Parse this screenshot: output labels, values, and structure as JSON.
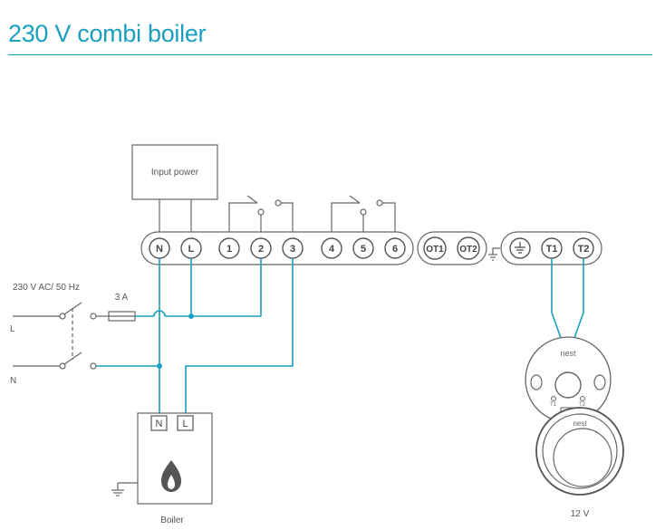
{
  "title": "230 V combi boiler",
  "labels": {
    "input_power": "Input power",
    "supply": "230 V AC/ 50 Hz",
    "live": "L",
    "neutral": "N",
    "fuse": "3 A",
    "boiler": "Boiler",
    "boiler_n": "N",
    "boiler_l": "L",
    "voltage": "12 V",
    "nest_base": "nest",
    "nest_display": "nest"
  },
  "terminals": {
    "group1": [
      "N",
      "L",
      "1",
      "2",
      "3",
      "4",
      "5",
      "6"
    ],
    "group2": [
      "OT1",
      "OT2"
    ],
    "group3": [
      "T1",
      "T2"
    ]
  },
  "colors": {
    "accent": "#1a9fc0",
    "line": "#666666"
  }
}
